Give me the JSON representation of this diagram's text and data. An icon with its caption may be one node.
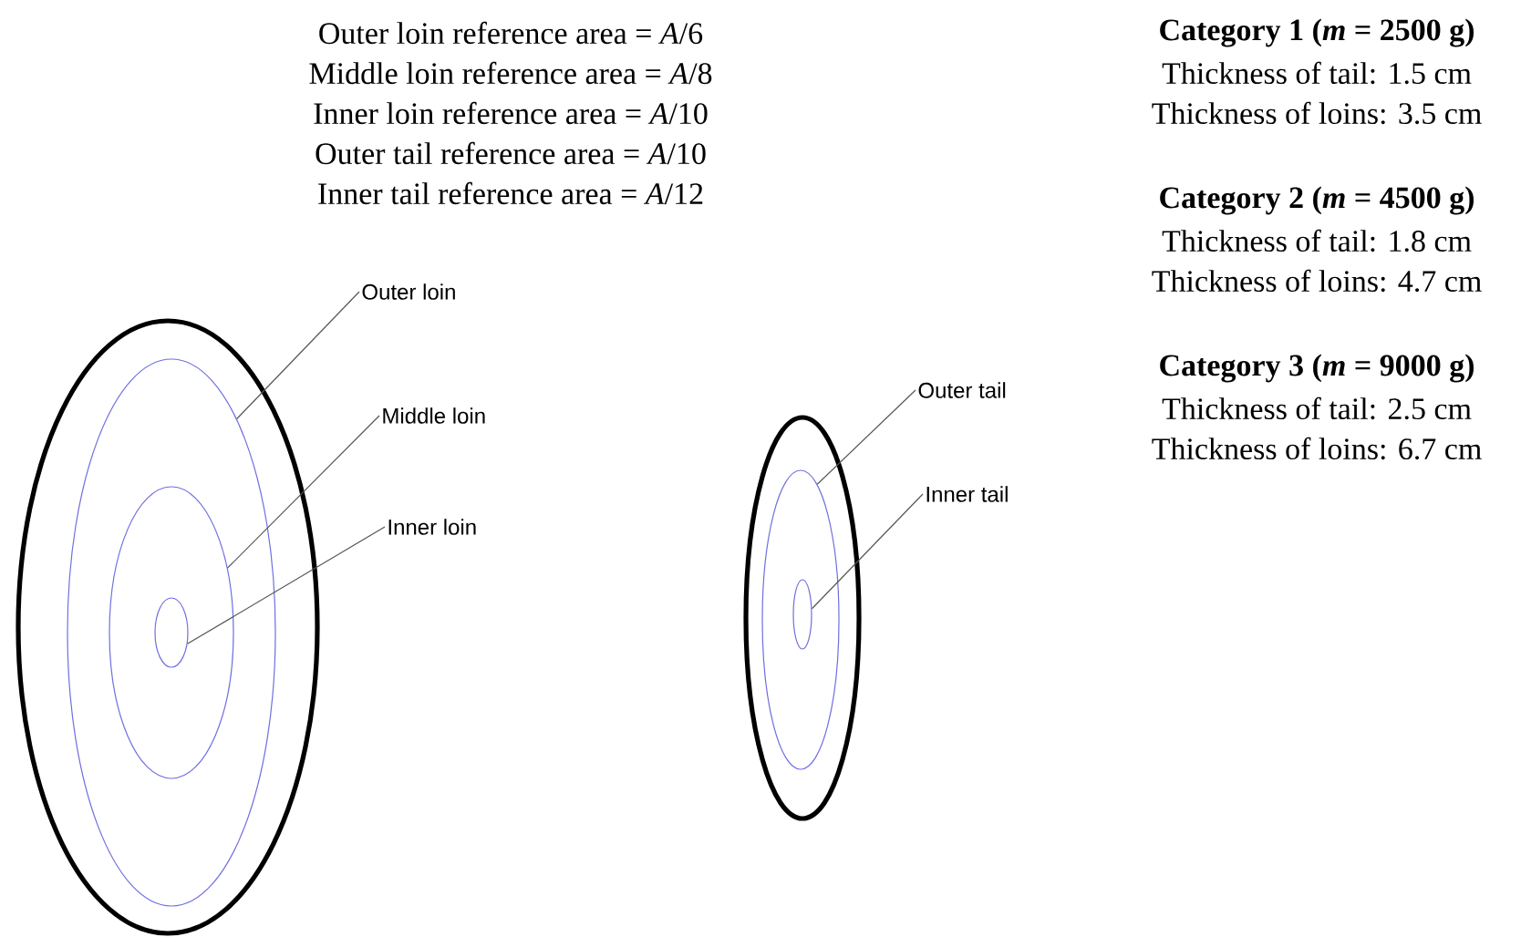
{
  "diagram": {
    "nodes": [
      {
        "text": [],
        "shape": "circle"
      },
      {
        "text": [],
        "shape": "circle",
        "in": 0
      },
      {
        "text": [],
        "shape": "circle",
        "in": 1
      },
      {
        "text": [],
        "shape": "circle",
        "in": 2
      },
      {
        "text": [],
        "shape": "circle"
      },
      {
        "text": [],
        "shape": "circle",
        "in": 4
      },
      {
        "text": [],
        "shape": "circle",
        "in": 5
      },
      {
        "text": [
          "Outer loin"
        ]
      },
      {
        "text": [
          "Middle loin"
        ]
      },
      {
        "text": [
          "Inner loin"
        ]
      },
      {
        "text": [
          "Outer tail"
        ]
      },
      {
        "text": [
          "Inner tail"
        ]
      }
    ],
    "edges": [
      {
        "from": 7,
        "to": 1,
        "arrow": "none"
      },
      {
        "from": 8,
        "to": 2,
        "arrow": "none"
      },
      {
        "from": 9,
        "to": 3,
        "arrow": "none"
      },
      {
        "from": 10,
        "to": 5,
        "arrow": "none"
      },
      {
        "from": 11,
        "to": 6,
        "arrow": "none"
      }
    ],
    "labels": [
      "Outer loin reference area = *A*/6",
      "Middle loin reference area = *A*/8",
      "Inner loin reference area = *A*/10",
      "Outer tail reference area = *A*/10",
      "Inner tail reference area = *A*/12",
      "Category 1 (*m* = 2500 g)",
      "Thickness of tail: 1.5 cm",
      "Thickness of loins: 3.5 cm",
      "Category 2 (*m* = 4500 g)",
      "Thickness of tail: 1.8 cm",
      "Thickness of loins: 4.7 cm",
      "Category 3 (*m* = 9000 g)",
      "Thickness of tail: 2.5 cm",
      "Thickness of loins: 6.7 cm"
    ]
  }
}
